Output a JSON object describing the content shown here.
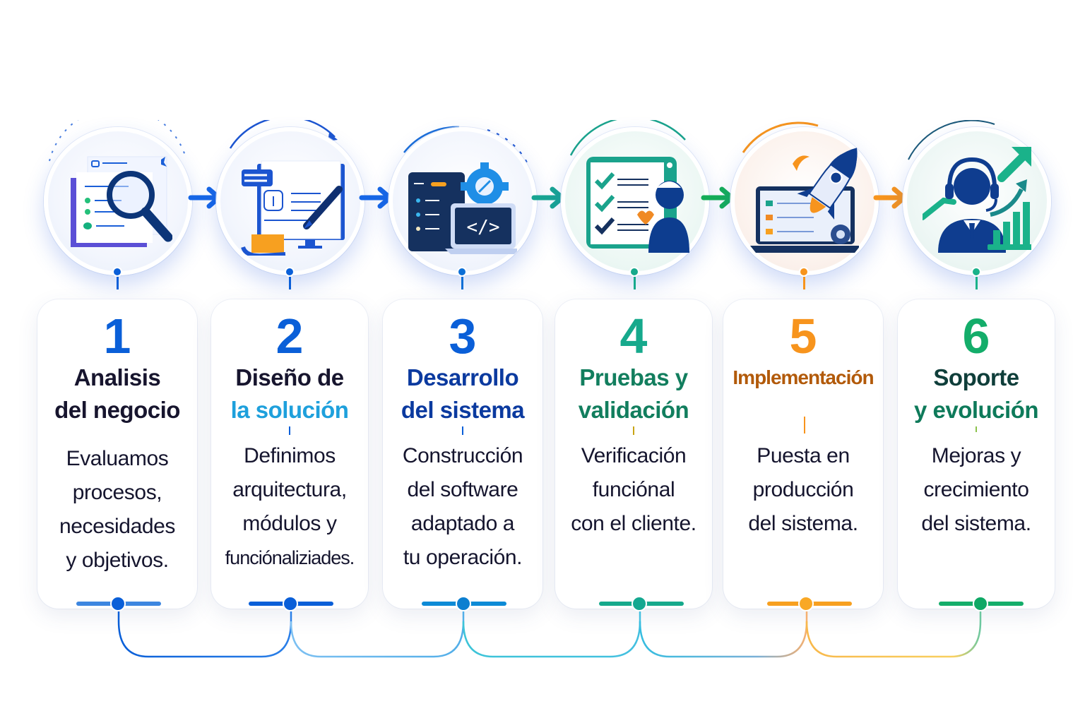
{
  "colors": {
    "step1": "#0a5fd8",
    "step2": "#0a5fd8",
    "step3": "#0c6fd6",
    "step4": "#16a98c",
    "step5": "#f7941d",
    "step6": "#14ad6a",
    "dark_text": "#17152e",
    "navy": "#0b3a8f",
    "light_blue": "#1ea0dc",
    "title4": "#127e5e",
    "title5": "#b25a0a",
    "title6": "#0f3e3a",
    "title6b": "#0e7a5a"
  },
  "steps": [
    {
      "number": "1",
      "title_line1": "Analisis",
      "title_line2": "del negocio",
      "desc_lines": [
        "Evaluamos",
        "procesos,",
        "necesidades",
        "y objetivos."
      ],
      "icon": "magnifier-document-icon"
    },
    {
      "number": "2",
      "title_line1": "Diseño de",
      "title_line2": "la solución",
      "desc_lines": [
        "Definimos",
        "arquitectura,",
        "módulos y",
        "funciónaliziades."
      ],
      "icon": "design-monitor-pencil-icon"
    },
    {
      "number": "3",
      "title_line1": "Desarrollo",
      "title_line2": "del sistema",
      "desc_lines": [
        "Construcción",
        "del software",
        "adaptado a",
        "tu operación."
      ],
      "icon": "code-laptop-gear-icon"
    },
    {
      "number": "4",
      "title_line1": "Pruebas y",
      "title_line2": "validación",
      "desc_lines": [
        "Verificación",
        "funciónal",
        "con el cliente."
      ],
      "icon": "checklist-person-icon"
    },
    {
      "number": "5",
      "title_line1": "Implementación",
      "title_line2": "",
      "desc_lines": [
        "Puesta en",
        "producción",
        "del sistema."
      ],
      "icon": "rocket-laptop-icon"
    },
    {
      "number": "6",
      "title_line1": "Soporte",
      "title_line2": "y evolución",
      "desc_lines": [
        "Mejoras y",
        "crecimiento",
        "del sistema."
      ],
      "icon": "support-agent-growth-icon"
    }
  ]
}
